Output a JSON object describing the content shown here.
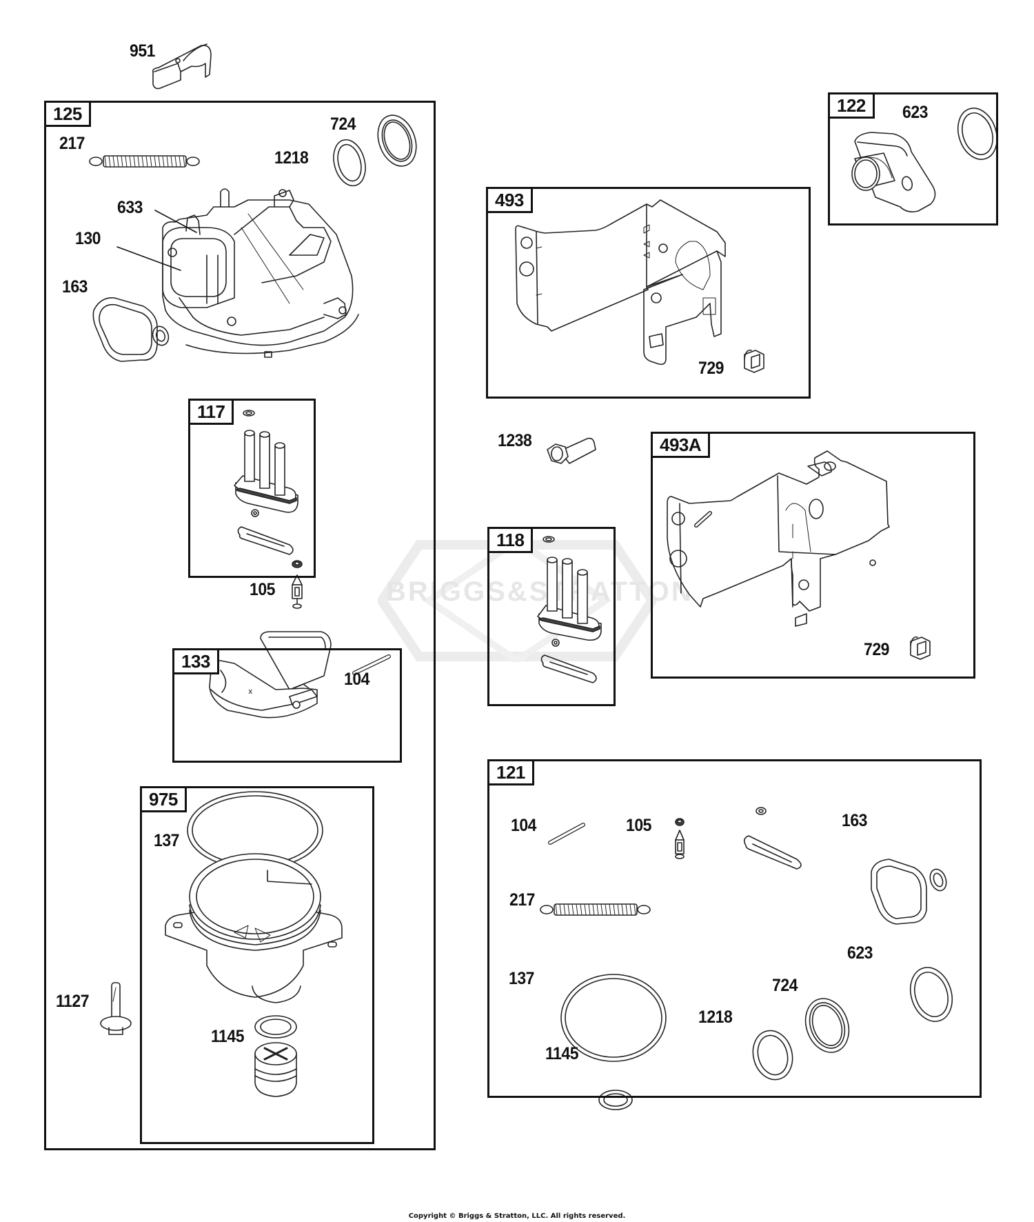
{
  "diagram": {
    "watermark": "BRIGGS&STRATTON",
    "copyright": "Copyright © Briggs & Stratton, LLC. All rights reserved.",
    "loose_parts": {
      "p951": "951",
      "p105": "105",
      "p1127": "1127",
      "p1238": "1238"
    },
    "groups": {
      "g125": {
        "tag": "125",
        "labels": {
          "p217": "217",
          "p724": "724",
          "p1218": "1218",
          "p633": "633",
          "p130": "130",
          "p163": "163"
        }
      },
      "g117": {
        "tag": "117"
      },
      "g133": {
        "tag": "133",
        "labels": {
          "p104": "104"
        }
      },
      "g975": {
        "tag": "975",
        "labels": {
          "p137": "137",
          "p1145": "1145"
        }
      },
      "g122": {
        "tag": "122",
        "labels": {
          "p623": "623"
        }
      },
      "g493": {
        "tag": "493",
        "labels": {
          "p729": "729"
        }
      },
      "g493A": {
        "tag": "493A",
        "labels": {
          "p729": "729"
        }
      },
      "g118": {
        "tag": "118"
      },
      "g121": {
        "tag": "121",
        "labels": {
          "p104": "104",
          "p105": "105",
          "p163": "163",
          "p217": "217",
          "p623": "623",
          "p137": "137",
          "p724": "724",
          "p1218": "1218",
          "p1145": "1145"
        }
      }
    }
  }
}
